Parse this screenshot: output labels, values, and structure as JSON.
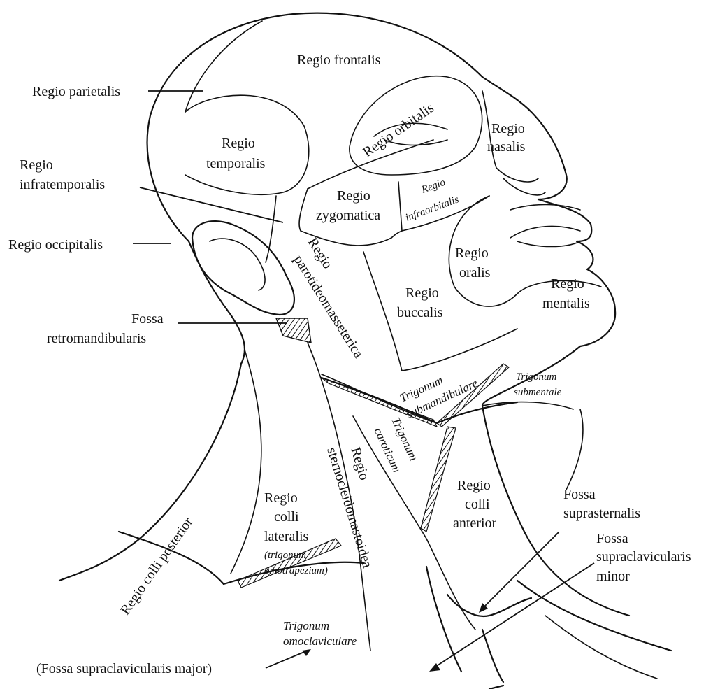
{
  "diagram": {
    "labels": {
      "regio_frontalis": "Regio frontalis",
      "regio_parietalis": "Regio parietalis",
      "regio_orbitalis": "Regio orbitalis",
      "regio_nasalis_1": "Regio",
      "regio_nasalis_2": "nasalis",
      "regio_temporalis_1": "Regio",
      "regio_temporalis_2": "temporalis",
      "regio_infratemporalis_1": "Regio",
      "regio_infratemporalis_2": "infratemporalis",
      "regio_zygomatica_1": "Regio",
      "regio_zygomatica_2": "zygomatica",
      "regio_infraorbitalis_1": "Regio",
      "regio_infraorbitalis_2": "infraorbitalis",
      "regio_occipitalis": "Regio occipitalis",
      "regio_oralis_1": "Regio",
      "regio_oralis_2": "oralis",
      "regio_parotideomasseterica_1": "Regio",
      "regio_parotideomasseterica_2": "parotideomasseterica",
      "regio_buccalis_1": "Regio",
      "regio_buccalis_2": "buccalis",
      "regio_mentalis_1": "Regio",
      "regio_mentalis_2": "mentalis",
      "fossa_retromandibularis_1": "Fossa",
      "fossa_retromandibularis_2": "retromandibularis",
      "trigonum_submandibulare_1": "Trigonum",
      "trigonum_submandibulare_2": "submandibulare",
      "trigonum_submentale_1": "Trigonum",
      "trigonum_submentale_2": "submentale",
      "trigonum_caroticum_1": "Trigonum",
      "trigonum_caroticum_2": "caroticum",
      "regio_sternocleidomastoidea_1": "Regio",
      "regio_sternocleidomastoidea_2": "sternocleidomastoidea",
      "regio_colli_anterior_1": "Regio",
      "regio_colli_anterior_2": "colli",
      "regio_colli_anterior_3": "anterior",
      "regio_colli_lateralis_1": "Regio",
      "regio_colli_lateralis_2": "colli",
      "regio_colli_lateralis_3": "lateralis",
      "trigonum_omotrapezium_1": "(trigonum",
      "trigonum_omotrapezium_2": "omotrapezium)",
      "regio_colli_posterior": "Regio colli posterior",
      "fossa_suprasternalis_1": "Fossa",
      "fossa_suprasternalis_2": "suprasternalis",
      "fossa_supraclavicularis_minor_1": "Fossa",
      "fossa_supraclavicularis_minor_2": "supraclavicularis",
      "fossa_supraclavicularis_minor_3": "minor",
      "trigonum_omoclaviculare_1": "Trigonum",
      "trigonum_omoclaviculare_2": "omoclaviculare",
      "fossa_supraclavicularis_major": "(Fossa supraclavicularis major)"
    }
  }
}
